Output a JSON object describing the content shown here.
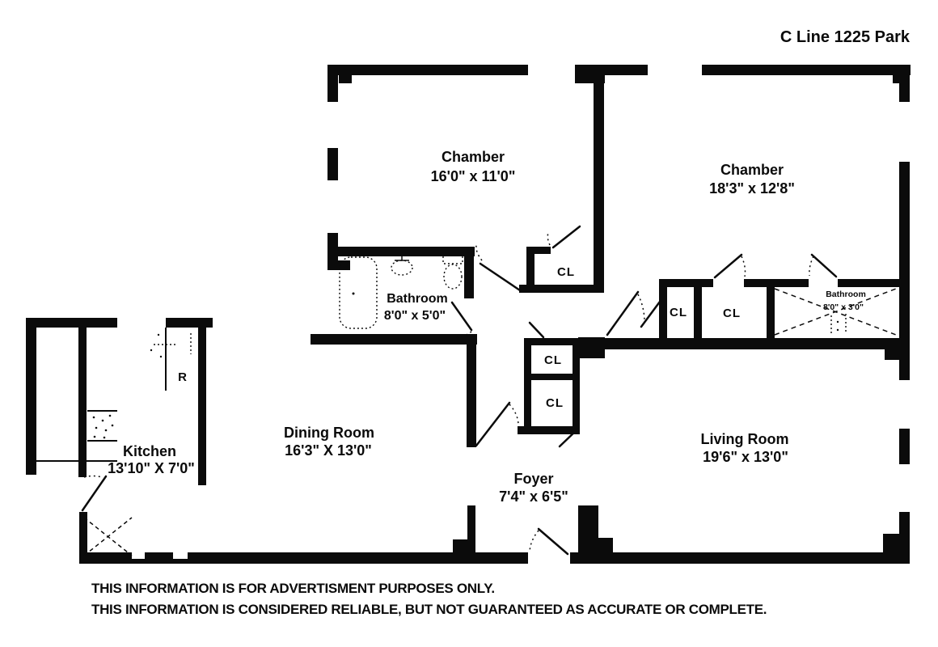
{
  "title": "C Line 1225 Park",
  "rooms": {
    "chamber_left": {
      "name": "Chamber",
      "dims": "16'0\" x 11'0\""
    },
    "chamber_right": {
      "name": "Chamber",
      "dims": "18'3\" x 12'8\""
    },
    "bathroom_main": {
      "name": "Bathroom",
      "dims": "8'0\" x 5'0\""
    },
    "bathroom_small": {
      "name": "Bathroom",
      "dims": "8'0\" x 3'0\""
    },
    "kitchen": {
      "name": "Kitchen",
      "dims": "13'10\" X 7'0\""
    },
    "dining_room": {
      "name": "Dining Room",
      "dims": "16'3\" X 13'0\""
    },
    "living_room": {
      "name": "Living Room",
      "dims": "19'6\" x 13'0\""
    },
    "foyer": {
      "name": "Foyer",
      "dims": "7'4\" x 6'5\""
    }
  },
  "closets": [
    "CL",
    "CL",
    "CL",
    "CL",
    "CL"
  ],
  "labels": {
    "refrigerator": "R"
  },
  "disclaimer": {
    "line1": "THIS INFORMATION IS FOR ADVERTISMENT PURPOSES ONLY.",
    "line2": "THIS INFORMATION IS CONSIDERED RELIABLE, BUT NOT GUARANTEED AS ACCURATE OR COMPLETE."
  },
  "colors": {
    "ink": "#0b0b0b",
    "paper": "#ffffff"
  }
}
